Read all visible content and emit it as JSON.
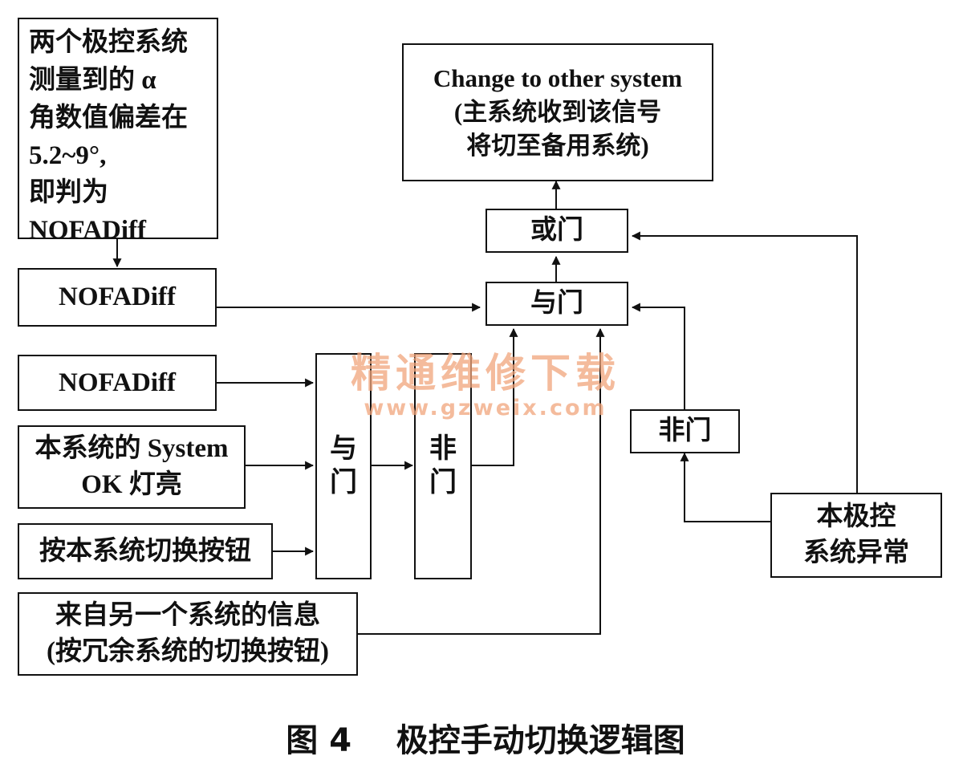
{
  "blocks": {
    "condition": {
      "lines": [
        "两个极控系统",
        "测量到的 α",
        "角数值偏差在",
        "5.2~9°,",
        "即判为",
        "NOFADiff"
      ]
    },
    "nofadiff_top": "NOFADiff",
    "nofadiff_mid": "NOFADiff",
    "system_ok": {
      "lines": [
        "本系统的 System",
        "OK 灯亮"
      ]
    },
    "switch_button": "按本系统切换按钮",
    "other_system": {
      "lines": [
        "来自另一个系统的信息",
        "(按冗余系统的切换按钮)"
      ]
    },
    "and_gate_left": {
      "chars": [
        "与",
        "门"
      ]
    },
    "not_gate_left": {
      "chars": [
        "非",
        "门"
      ]
    },
    "and_gate_main": "与门",
    "or_gate": "或门",
    "not_gate_right": "非门",
    "abnormal": {
      "lines": [
        "本极控",
        "系统异常"
      ]
    },
    "output": {
      "lines": [
        "Change to other system",
        "(主系统收到该信号",
        "将切至备用系统)"
      ]
    }
  },
  "watermark": {
    "cn": "精通维修下载",
    "url": "www.gzweix.com"
  },
  "caption": "图 4    极控手动切换逻辑图"
}
